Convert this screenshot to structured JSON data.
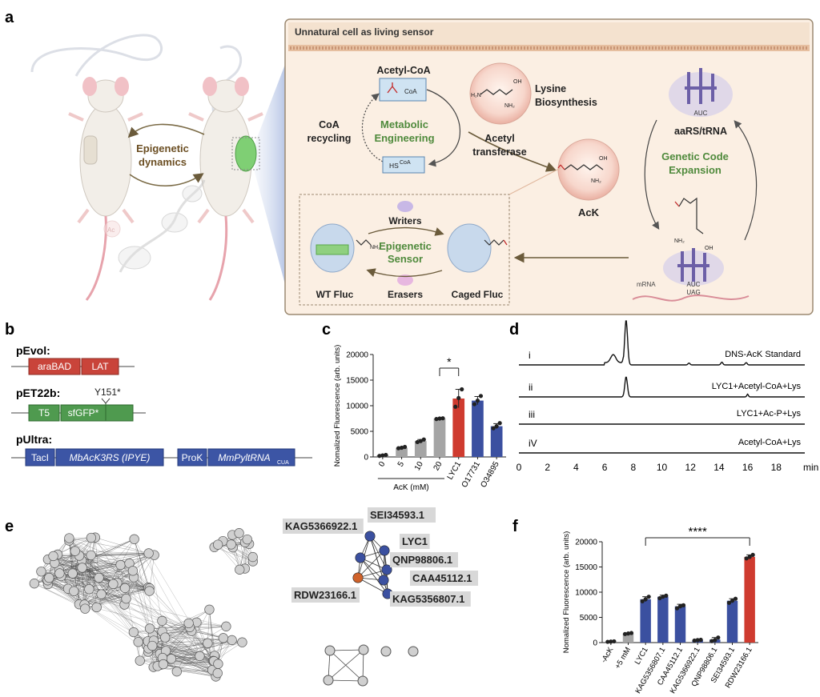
{
  "panel_letters": {
    "a": "a",
    "b": "b",
    "c": "c",
    "d": "d",
    "e": "e",
    "f": "f"
  },
  "panel_a": {
    "box_title": "Unnatural cell as living sensor",
    "acetyl_coa": "Acetyl-CoA",
    "coa_on_acetyl": "CoA",
    "coa_recycling_line1": "CoA",
    "coa_recycling_line2": "recycling",
    "metabolic_line1": "Metabolic",
    "metabolic_line2": "Engineering",
    "hs_coa": "HS",
    "hs_coa_sup": "CoA",
    "lysine_line1": "Lysine",
    "lysine_line2": "Biosynthesis",
    "acetyl_transferase_line1": "Acetyl",
    "acetyl_transferase_line2": "transferase",
    "ack": "AcK",
    "aars_trna": "aaRS/tRNA",
    "auc_top": "AUC",
    "gce_line1": "Genetic Code",
    "gce_line2": "Expansion",
    "epigenetic_dynamics_line1": "Epigenetic",
    "epigenetic_dynamics_line2": "dynamics",
    "writers": "Writers",
    "erasers": "Erasers",
    "epi_sensor_line1": "Epigenetic",
    "epi_sensor_line2": "Sensor",
    "wt_fluc": "WT Fluc",
    "caged_fluc": "Caged Fluc",
    "mrna": "mRNA",
    "auc_bottom": "AUC",
    "uag": "UAG",
    "nh2": "NH₂",
    "oh": "OH",
    "h2n": "H₂N",
    "ac_tag": "Ac",
    "colors": {
      "cell_bg": "#fbefe3",
      "metabolic_green": "#4f8a3c",
      "epi_title": "#7a5a2b"
    }
  },
  "panel_b": {
    "pevol_label": "pEvol:",
    "pevol_parts": [
      "araBAD",
      "LAT"
    ],
    "pet_label": "pET22b:",
    "pet_parts": [
      "T5",
      "sfGFP*"
    ],
    "mutation": "Y151*",
    "pultra_label": "pUltra:",
    "pultra_parts": [
      "TacI",
      "MbAcK3RS (IPYE)",
      "ProK",
      "MmPyltRNA"
    ],
    "pultra_sub": "CUA",
    "colors": {
      "red": "#c9443a",
      "green": "#4f9a4f",
      "blue": "#3c55a5"
    }
  },
  "chart_data": [
    {
      "type": "bar",
      "panel": "c",
      "categories": [
        "0",
        "5",
        "10",
        "20",
        "LYC1",
        "O17731",
        "O34895"
      ],
      "values": [
        300,
        1800,
        3100,
        7500,
        11400,
        11000,
        6000
      ],
      "points": [
        [
          200,
          300,
          400
        ],
        [
          1700,
          1800,
          1950
        ],
        [
          2900,
          3100,
          3400
        ],
        [
          7400,
          7500,
          7550
        ],
        [
          9800,
          11500,
          13200
        ],
        [
          10300,
          11000,
          11900
        ],
        [
          5600,
          6000,
          6600
        ]
      ],
      "errors": [
        150,
        150,
        300,
        100,
        1800,
        800,
        500
      ],
      "colors": [
        "#8a8a8a",
        "#a5a5a5",
        "#a5a5a5",
        "#a5a5a5",
        "#cf3b2f",
        "#3b50a0",
        "#3b50a0"
      ],
      "ylabel": "Nomalized Fluorescence (arb. units)",
      "xlabel": "AcK (mM)",
      "ylim": [
        0,
        20000
      ],
      "yticks": [
        0,
        5000,
        10000,
        15000,
        20000
      ],
      "significance": "*",
      "sig_between": [
        3,
        4
      ]
    },
    {
      "type": "line",
      "panel": "d",
      "xlabel": "min",
      "xlim": [
        0,
        20
      ],
      "xticks": [
        0,
        2,
        4,
        6,
        8,
        10,
        12,
        14,
        16,
        18
      ],
      "series": [
        {
          "name": "DNS-AcK Standard",
          "roman": "i",
          "peaks": [
            [
              6.6,
              0.18,
              0.25
            ],
            [
              7.5,
              1.0,
              0.14
            ],
            [
              11.9,
              0.04,
              0.1
            ],
            [
              14.2,
              0.06,
              0.1
            ],
            [
              15.9,
              0.05,
              0.1
            ]
          ]
        },
        {
          "name": "LYC1+Acetyl-CoA+Lys",
          "roman": "ii",
          "peaks": [
            [
              7.5,
              0.45,
              0.13
            ],
            [
              16.0,
              0.06,
              0.08
            ]
          ]
        },
        {
          "name": "LYC1+Ac-P+Lys",
          "roman": "iii",
          "peaks": []
        },
        {
          "name": "Acetyl-CoA+Lys",
          "roman": "iV",
          "peaks": []
        }
      ]
    },
    {
      "type": "bar",
      "panel": "f",
      "categories": [
        "-AcK",
        "+5 mM",
        "LYC1",
        "KAG5356807.1",
        "CAA45112.1",
        "KAG5366922.1",
        "QNP98806.1",
        "SEI34593.1",
        "RDW23166.1"
      ],
      "values": [
        200,
        1800,
        8600,
        9100,
        7200,
        500,
        600,
        8300,
        17000
      ],
      "points": [
        [
          150,
          200,
          250
        ],
        [
          1700,
          1800,
          1900
        ],
        [
          8200,
          8600,
          9100
        ],
        [
          8800,
          9100,
          9300
        ],
        [
          6800,
          7200,
          7400
        ],
        [
          400,
          500,
          550
        ],
        [
          300,
          500,
          1000
        ],
        [
          7900,
          8300,
          8700
        ],
        [
          16700,
          17000,
          17400
        ]
      ],
      "errors": [
        80,
        100,
        500,
        300,
        400,
        100,
        400,
        400,
        400
      ],
      "colors": [
        "#888888",
        "#a5a5a5",
        "#3b50a0",
        "#3b50a0",
        "#3b50a0",
        "#3b50a0",
        "#3b50a0",
        "#3b50a0",
        "#cf3b2f"
      ],
      "ylabel": "Nomalized Fluorescence (arb. units)",
      "ylim": [
        0,
        20000
      ],
      "yticks": [
        0,
        5000,
        10000,
        15000,
        20000
      ],
      "significance": "****",
      "sig_between": [
        2,
        8
      ]
    }
  ],
  "panel_e": {
    "labels": [
      "SEI34593.1",
      "KAG5366922.1",
      "LYC1",
      "QNP98806.1",
      "CAA45112.1",
      "RDW23166.1",
      "KAG5356807.1"
    ],
    "colors": {
      "node_gray": "#d0d0d0",
      "node_blue": "#3b50a0",
      "node_red": "#d0622a",
      "label_bg": "#d8d8d8"
    }
  }
}
